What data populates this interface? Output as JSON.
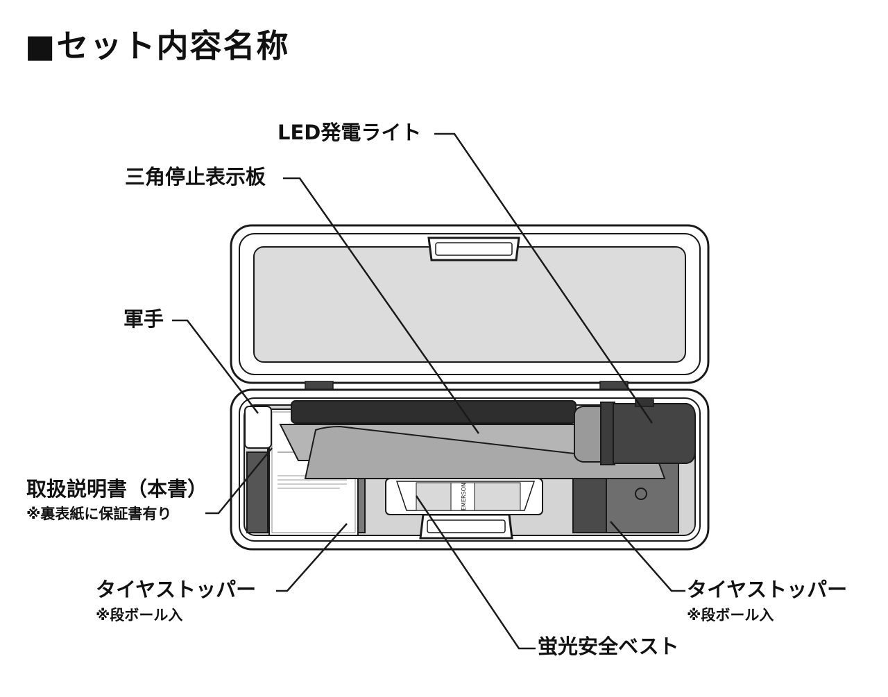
{
  "title": "■セット内容名称",
  "labels": {
    "led_light": "LED発電ライト",
    "triangle": "三角停止表示板",
    "gloves": "軍手",
    "manual": "取扱説明書（本書）",
    "manual_note": "※裏表紙に保証書有り",
    "tire_stopper_left": "タイヤストッパー",
    "tire_stopper_left_note": "※段ボール入",
    "tire_stopper_right": "タイヤストッパー",
    "tire_stopper_right_note": "※段ボール入",
    "vest": "蛍光安全ベスト"
  },
  "brand": "EMERSON"
}
